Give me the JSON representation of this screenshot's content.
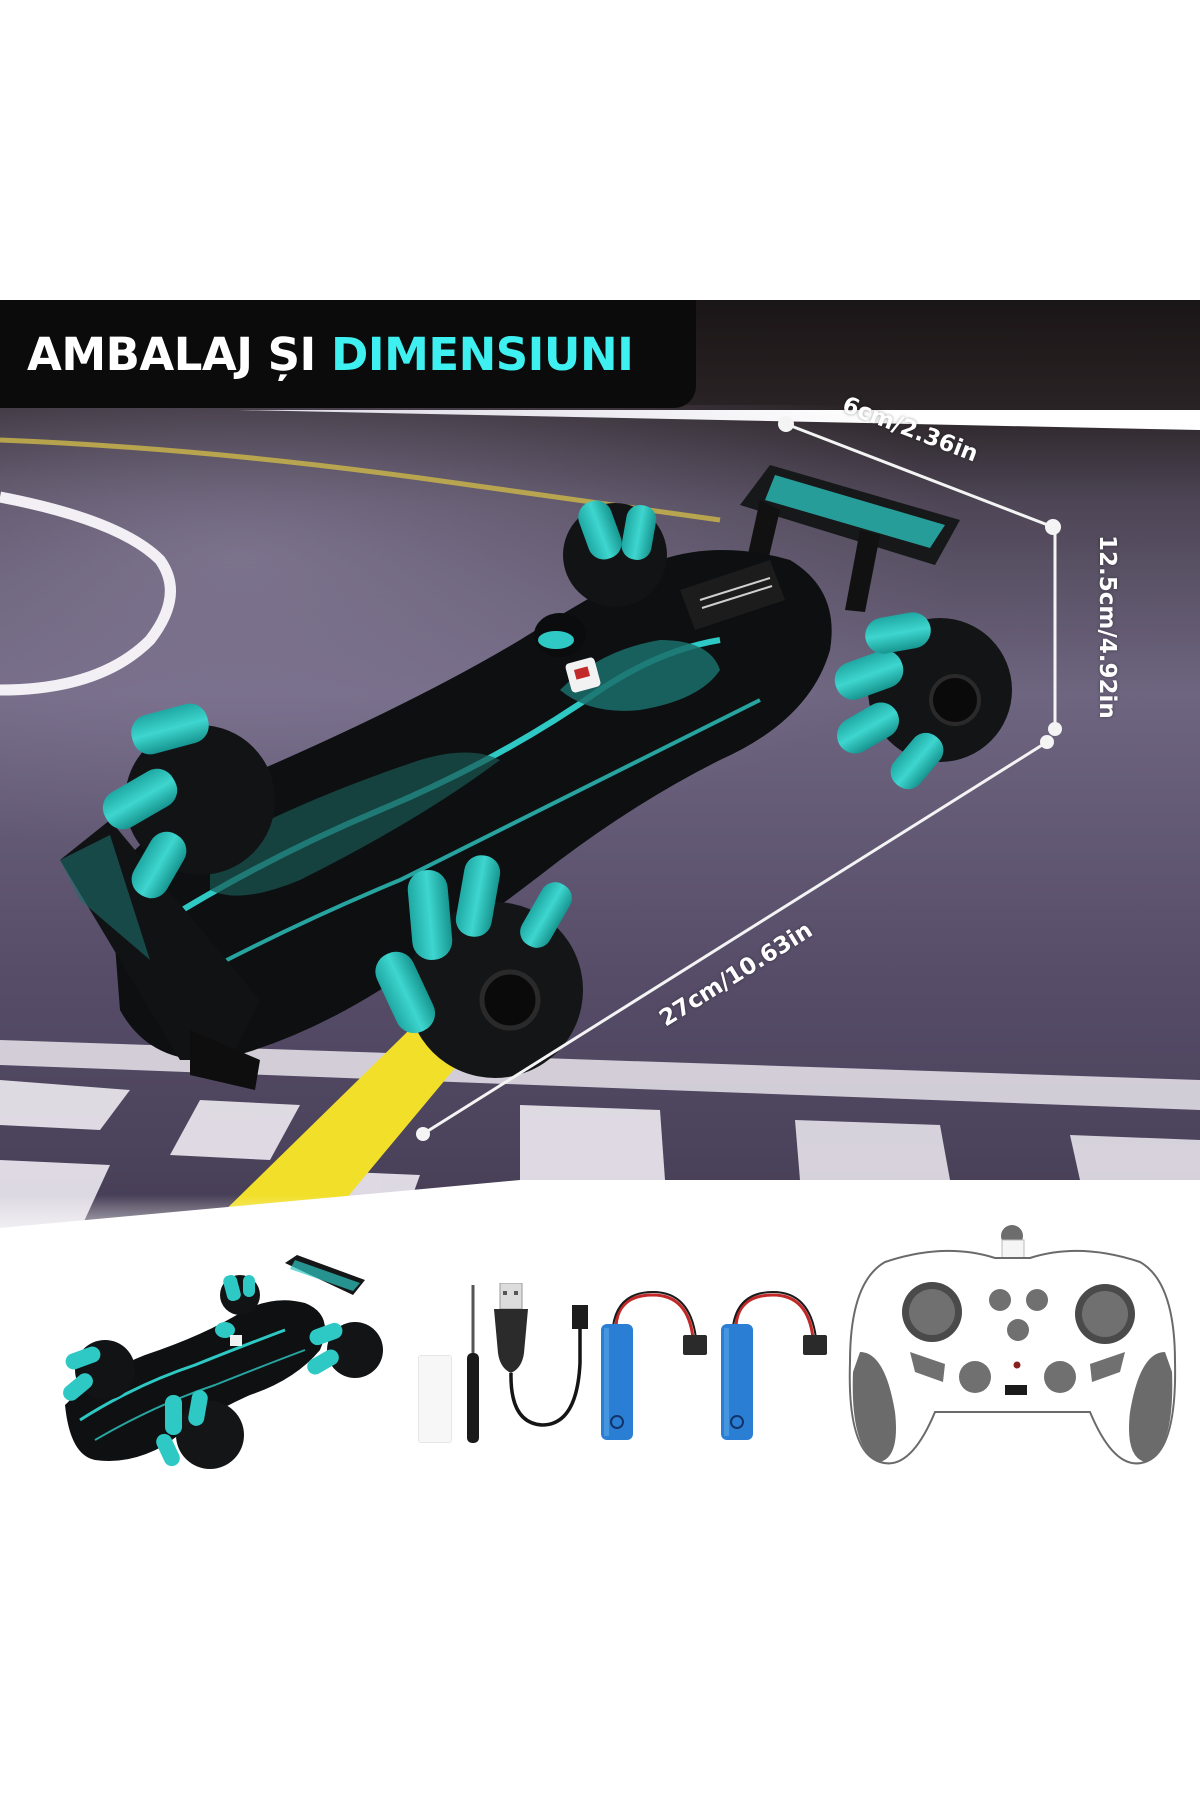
{
  "header": {
    "title_part1": "AMBALAJ ȘI",
    "title_part2": "DIMENSIUNI",
    "title_color": "#ffffff",
    "accent_color": "#3ef0f0",
    "box_color": "#0b0b0c"
  },
  "dimensions": {
    "width_label": "6cm/2.36in",
    "height_label": "12.5cm/4.92in",
    "length_label": "27cm/10.63in"
  },
  "hero": {
    "product": "RC drift race car",
    "car_body_color": "#0d0f10",
    "car_accent_color": "#2ec9c4",
    "track_color": "#5a5068",
    "track_line_yellow": "#f2df2a",
    "icon": "car-icon"
  },
  "package_contents": [
    {
      "item": "RC race car",
      "icon": "car-icon"
    },
    {
      "item": "White spare part packet",
      "icon": "packet-icon"
    },
    {
      "item": "Screwdriver",
      "icon": "screwdriver-icon"
    },
    {
      "item": "USB charging cable",
      "icon": "usb-cable-icon"
    },
    {
      "item": "Rechargeable battery",
      "icon": "battery-icon",
      "color": "#2a7fd4"
    },
    {
      "item": "Rechargeable battery",
      "icon": "battery-icon",
      "color": "#2a7fd4"
    },
    {
      "item": "Remote controller",
      "icon": "gamepad-icon"
    }
  ]
}
